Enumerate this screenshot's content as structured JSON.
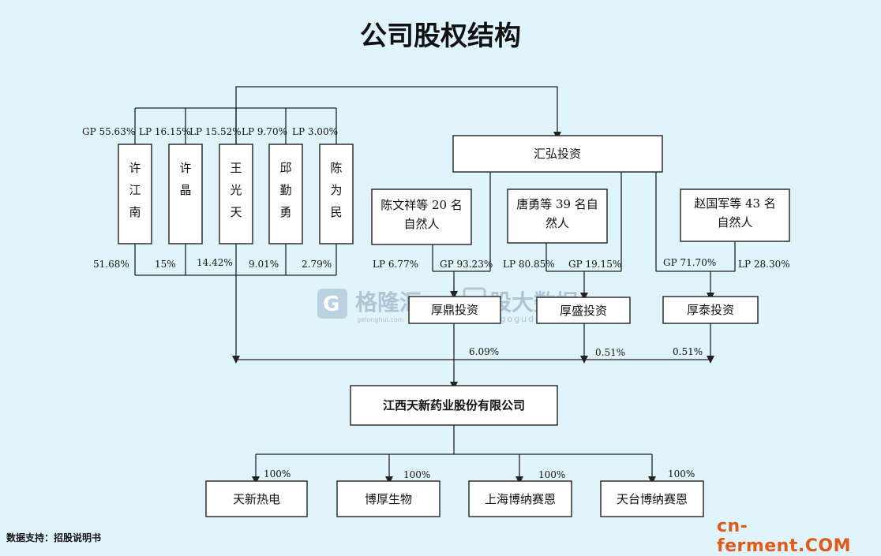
{
  "title": "公司股权结构",
  "source": "数据支持：招股说明书",
  "brand": "cn-ferment.COM",
  "watermark": {
    "brand_cn": "格隆汇",
    "brand_url": "gelonghui.com",
    "site_cn": "股大数据",
    "site_url": "www.gogudata.com"
  },
  "people": [
    {
      "name_lines": [
        "许",
        "江",
        "南"
      ],
      "role_label": "GP 55.63%",
      "direct_pct": "51.68%"
    },
    {
      "name_lines": [
        "许",
        "晶"
      ],
      "role_label": "LP 16.15%",
      "direct_pct": "15%"
    },
    {
      "name_lines": [
        "王",
        "光",
        "天"
      ],
      "role_label": "LP 15.52%",
      "direct_pct": "14.42%"
    },
    {
      "name_lines": [
        "邱",
        "勤",
        "勇"
      ],
      "role_label": "LP 9.70%",
      "direct_pct": "9.01%"
    },
    {
      "name_lines": [
        "陈",
        "为",
        "民"
      ],
      "role_label": "LP 3.00%",
      "direct_pct": "2.79%"
    }
  ],
  "huihong": {
    "name": "汇弘投资"
  },
  "groups": [
    {
      "name_lines": [
        "陈文祥等 20 名",
        "自然人"
      ],
      "lp_label": "LP 6.77%",
      "gp_label": "GP 93.23%"
    },
    {
      "name_lines": [
        "唐勇等 39 名自",
        "然人"
      ],
      "lp_label": "LP 80.85%",
      "gp_label": "GP 19.15%"
    },
    {
      "name_lines": [
        "赵国军等 43 名",
        "自然人"
      ],
      "lp_label": "LP 28.30%",
      "gp_label": "GP 71.70%"
    }
  ],
  "funds": [
    {
      "name": "厚鼎投资",
      "pct": "6.09%"
    },
    {
      "name": "厚盛投资",
      "pct": "0.51%"
    },
    {
      "name": "厚泰投资",
      "pct": "0.51%"
    }
  ],
  "company": {
    "name": "江西天新药业股份有限公司"
  },
  "subsidiaries": [
    {
      "name": "天新热电",
      "pct": "100%"
    },
    {
      "name": "博厚生物",
      "pct": "100%"
    },
    {
      "name": "上海博纳赛恩",
      "pct": "100%"
    },
    {
      "name": "天台博纳赛恩",
      "pct": "100%"
    }
  ]
}
